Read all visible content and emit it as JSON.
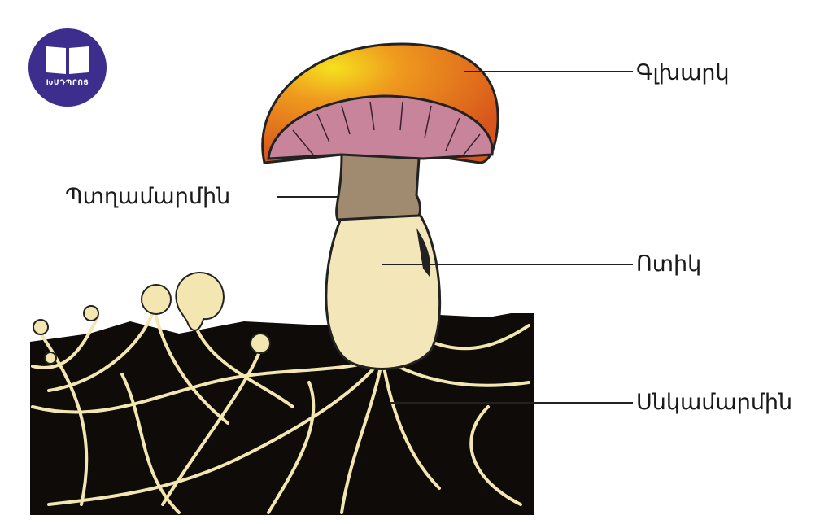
{
  "logo": {
    "text": "ԽՄԴՊՐՈՑ",
    "color": "#3d2e8e"
  },
  "labels": {
    "cap": "Գլխարկ",
    "fruiting_body": "Պտղամարմին",
    "stem": "Ոտիկ",
    "mycelium": "Սնկամարմին"
  }
}
